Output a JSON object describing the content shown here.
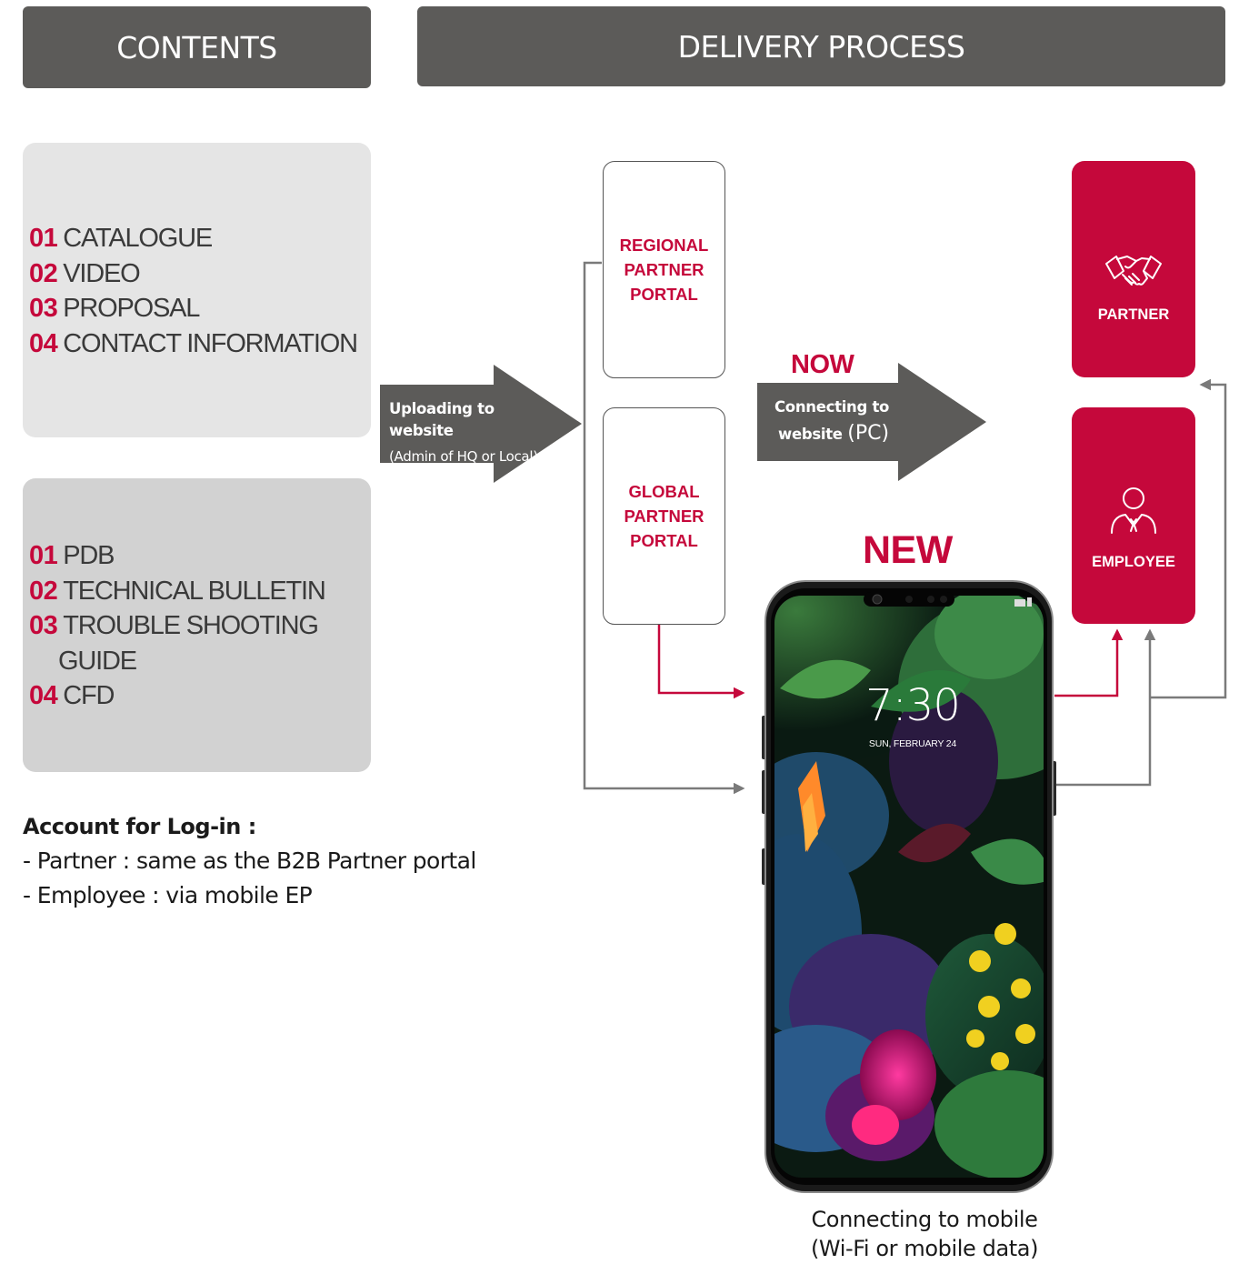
{
  "headers": {
    "contents": "CONTENTS",
    "delivery": "DELIVERY PROCESS"
  },
  "contents_panel_1": {
    "items": [
      {
        "num": "01",
        "label": "CATALOGUE"
      },
      {
        "num": "02",
        "label": "VIDEO"
      },
      {
        "num": "03",
        "label": "PROPOSAL"
      },
      {
        "num": "04",
        "label": "CONTACT INFORMATION"
      }
    ]
  },
  "contents_panel_2": {
    "items": [
      {
        "num": "01",
        "label": "PDB"
      },
      {
        "num": "02",
        "label": "TECHNICAL BULLETIN"
      },
      {
        "num": "03",
        "label": "TROUBLE SHOOTING",
        "label_cont": "GUIDE"
      },
      {
        "num": "04",
        "label": "CFD"
      }
    ]
  },
  "account": {
    "title": "Account for Log-in :",
    "lines": [
      "- Partner : same as the B2B Partner portal",
      "- Employee : via mobile EP"
    ]
  },
  "upload_arrow": {
    "line1": "Uploading to website",
    "line2": "(Admin of HQ or Local)"
  },
  "portals": {
    "regional": [
      "REGIONAL",
      "PARTNER",
      "PORTAL"
    ],
    "global": [
      "GLOBAL",
      "PARTNER",
      "PORTAL"
    ]
  },
  "now_arrow": {
    "tag": "NOW",
    "line1": "Connecting to",
    "line2_a": "website",
    "line2_b": "(PC)"
  },
  "new_tag": "NEW",
  "phone": {
    "time": "7:30",
    "date": "SUN, FEBRUARY 24"
  },
  "targets": {
    "partner": "PARTNER",
    "employee": "EMPLOYEE"
  },
  "mobile_caption": {
    "line1": "Connecting to mobile",
    "line2": "(Wi-Fi or mobile data)"
  },
  "colors": {
    "header_bg": "#5c5b59",
    "accent_red": "#c5083b",
    "panel_light": "#e5e5e5",
    "panel_dark": "#d2d2d2",
    "arrow_gray": "#5c5b59",
    "connector_gray": "#7a7a7a"
  },
  "icons": [
    "handshake-icon",
    "person-icon"
  ]
}
